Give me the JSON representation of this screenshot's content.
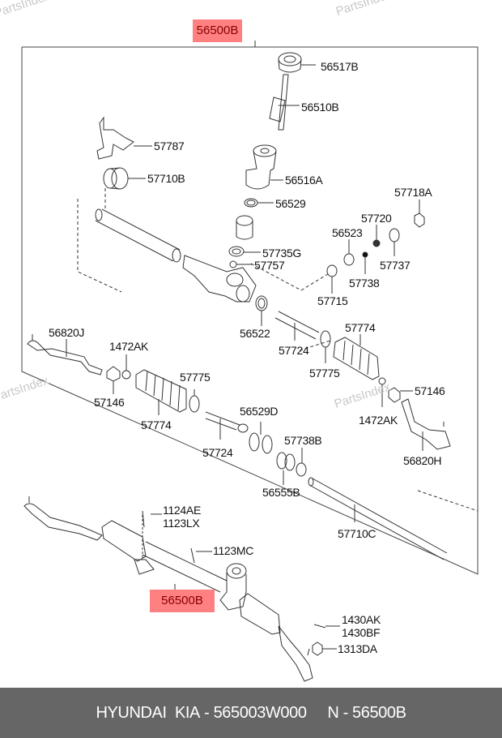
{
  "watermark": "PartsIndex",
  "highlight_color": "#ff8080",
  "assembly": {
    "top_label": "56500B",
    "bottom_label": "56500B"
  },
  "labels": {
    "p56517B": "56517B",
    "p56510B": "56510B",
    "p57787": "57787",
    "p57710B": "57710B",
    "p56516A": "56516A",
    "p56529": "56529",
    "p57718A": "57718A",
    "p57720": "57720",
    "p56523": "56523",
    "p57735G": "57735G",
    "p57757": "57757",
    "p57737": "57737",
    "p57738": "57738",
    "p57715": "57715",
    "p56522": "56522",
    "p56820J": "56820J",
    "p1472AK_left": "1472AK",
    "p57774_right": "57774",
    "p57724_right": "57724",
    "p57775_right": "57775",
    "p57146_left": "57146",
    "p57775_left": "57775",
    "p57146_right": "57146",
    "p57774_left": "57774",
    "p1472AK_right": "1472AK",
    "p56529D": "56529D",
    "p57724_left": "57724",
    "p57738B": "57738B",
    "p56820H": "56820H",
    "p56555B": "56555B",
    "p1124AE": "1124AE",
    "p1123LX": "1123LX",
    "p57710C": "57710C",
    "p1123MC": "1123MC",
    "p1430AK": "1430AK",
    "p1430BF": "1430BF",
    "p1313DA": "1313DA"
  },
  "footer": {
    "brand": "HYUNDAI  KIA",
    "part_number": "565003W000",
    "position_prefix": "N",
    "position": "56500B"
  }
}
